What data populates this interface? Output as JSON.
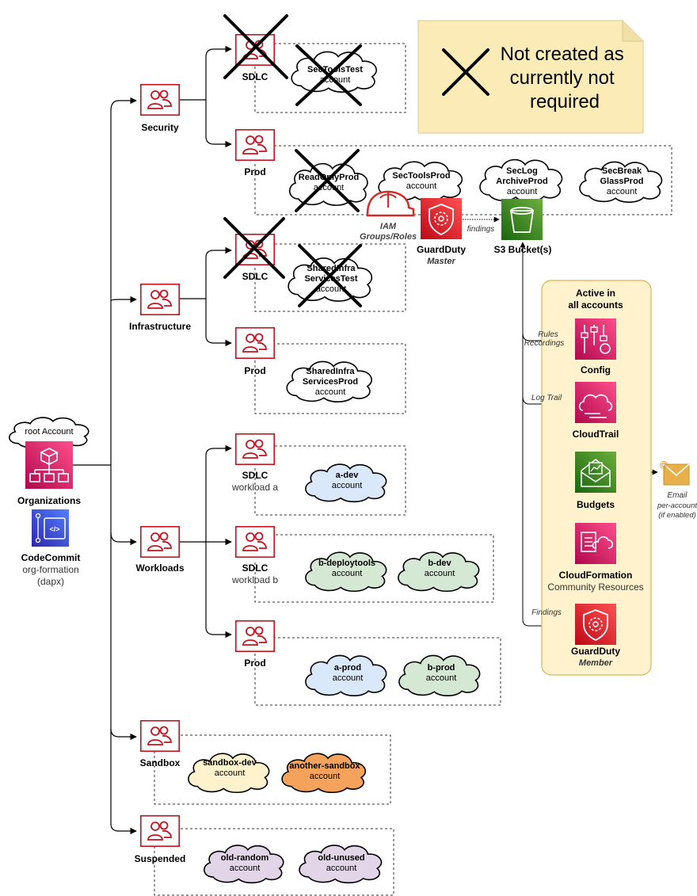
{
  "legend": {
    "text_lines": [
      "Not created as",
      "currently not",
      "required"
    ]
  },
  "root": {
    "cloud_label": "root Account",
    "organizations_label": "Organizations",
    "codecommit_label": "CodeCommit",
    "codecommit_sub1": "org-formation",
    "codecommit_sub2": "(dapx)"
  },
  "ous": {
    "security": "Security",
    "infrastructure": "Infrastructure",
    "workloads": "Workloads",
    "sandbox": "Sandbox",
    "suspended": "Suspended"
  },
  "sub_ous": {
    "sec_sdlc": "SDLC",
    "sec_prod": "Prod",
    "infra_sdlc": "SDLC",
    "infra_prod": "Prod",
    "wl_sdlc_a": "SDLC",
    "wl_sdlc_a_sub": "workload a",
    "wl_sdlc_b": "SDLC",
    "wl_sdlc_b_sub": "workload b",
    "wl_prod": "Prod"
  },
  "accounts": {
    "sec_tools_test": [
      "SecToolsTest",
      "account"
    ],
    "readonly_prod": [
      "ReadOnlyProd",
      "account"
    ],
    "sec_tools_prod": [
      "SecToolsProd",
      "account"
    ],
    "seclog_archive": [
      "SecLog",
      "ArchiveProd",
      "account"
    ],
    "secbreak_glass": [
      "SecBreak",
      "GlassProd",
      "account"
    ],
    "sharedinfra_test": [
      "SharedInfra",
      "ServicesTest",
      "account"
    ],
    "sharedinfra_prod": [
      "SharedInfra",
      "ServicesProd",
      "account"
    ],
    "a_dev": [
      "a-dev",
      "account"
    ],
    "b_deploytools": [
      "b-deploytools",
      "account"
    ],
    "b_dev": [
      "b-dev",
      "account"
    ],
    "a_prod": [
      "a-prod",
      "account"
    ],
    "b_prod": [
      "b-prod",
      "account"
    ],
    "sandbox_dev": [
      "sandbox-dev",
      "account"
    ],
    "another_sandbox": [
      "another-sandbox",
      "account"
    ],
    "old_random": [
      "old-random",
      "account"
    ],
    "old_unused": [
      "old-unused",
      "account"
    ]
  },
  "services": {
    "iam_line1": "IAM",
    "iam_line2": "Groups/Roles",
    "guardduty_master": "GuardDuty",
    "guardduty_master_sub": "Master",
    "findings": "findings",
    "s3": "S3 Bucket(s)",
    "active_line1": "Active in",
    "active_line2": "all  accounts",
    "rules": "Rules",
    "recordings": "Recordings",
    "config": "Config",
    "log_trail": "Log Trail",
    "cloudtrail": "CloudTrail",
    "budgets": "Budgets",
    "email": "Email",
    "email_sub1": "per-account",
    "email_sub2": "(if enabled)",
    "cloudformation": "CloudFormation",
    "cloudformation_sub": "Community Resources",
    "findings_member": "Findings",
    "guardduty_member": "GuardDuty",
    "guardduty_member_sub": "Member"
  },
  "colors": {
    "ou_red": "#c7131f",
    "white_cloud": "#ffffff",
    "blue_cloud": "#dae8fc",
    "green_cloud": "#d5e8d4",
    "yellow_cloud": "#fff2cc",
    "orange_cloud": "#f5a35c",
    "purple_cloud": "#e1d5e7",
    "note_fill": "#fbecb7",
    "panel_fill": "#fff2cc",
    "panel_stroke": "#d6b656",
    "s3_green": "#3f8624",
    "mgmt_pink": "#e7157b",
    "guard_red": "#dd344c",
    "codecommit_blue": "#3b48cc"
  }
}
